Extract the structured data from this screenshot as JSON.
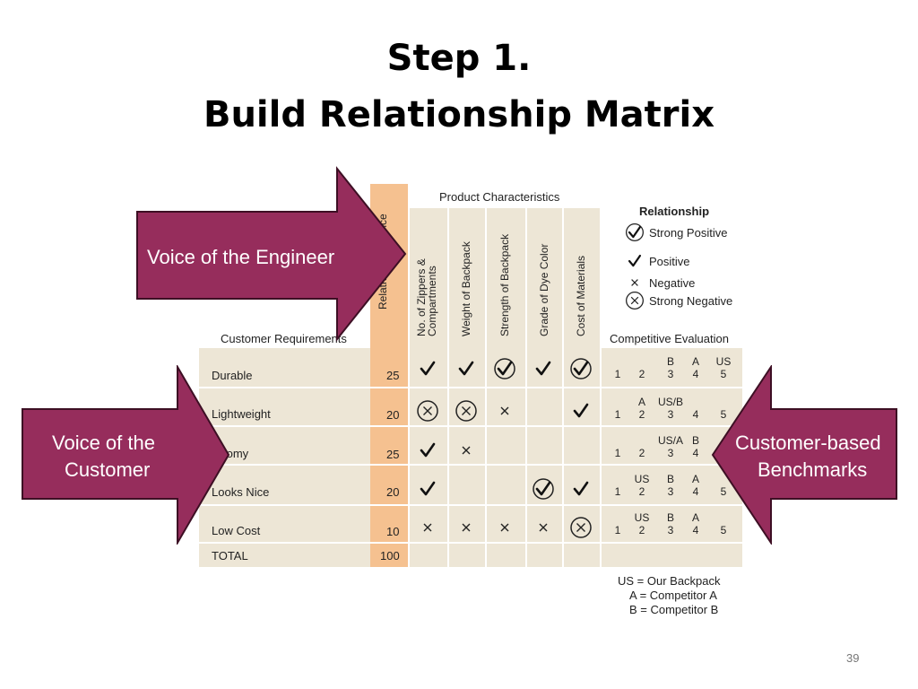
{
  "slide": {
    "title_line1": "Step 1.",
    "title_line2": "Build Relationship Matrix",
    "page_number": "39"
  },
  "matrix": {
    "product_characteristics_label": "Product Characteristics",
    "importance_header": "Relative Importance",
    "customer_requirements_label": "Customer Requirements",
    "competitive_evaluation_label": "Competitive Evaluation",
    "columns": [
      "No. of Zippers & Compartments",
      "Weight of Backpack",
      "Strength of Backpack",
      "Grade of Dye Color",
      "Cost of Materials"
    ],
    "rows": [
      {
        "requirement": "Durable",
        "importance": "25",
        "relationships": [
          "positive",
          "positive",
          "strong-positive",
          "positive",
          "strong-positive"
        ],
        "rank": [
          {
            "top": "",
            "num": "1"
          },
          {
            "top": "",
            "num": "2"
          },
          {
            "top": "B",
            "num": "3"
          },
          {
            "top": "A",
            "num": "4"
          },
          {
            "top": "US",
            "num": "5"
          }
        ]
      },
      {
        "requirement": "Lightweight",
        "importance": "20",
        "relationships": [
          "strong-negative",
          "strong-negative",
          "negative",
          "",
          "positive"
        ],
        "rank": [
          {
            "top": "",
            "num": "1"
          },
          {
            "top": "A",
            "num": "2"
          },
          {
            "top": "US/B",
            "num": "3"
          },
          {
            "top": "",
            "num": "4"
          },
          {
            "top": "",
            "num": "5"
          }
        ]
      },
      {
        "requirement": "Roomy",
        "importance": "25",
        "relationships": [
          "positive",
          "negative",
          "",
          "",
          ""
        ],
        "rank": [
          {
            "top": "",
            "num": "1"
          },
          {
            "top": "",
            "num": "2"
          },
          {
            "top": "US/A",
            "num": "3"
          },
          {
            "top": "B",
            "num": "4"
          },
          {
            "top": "",
            "num": ""
          }
        ]
      },
      {
        "requirement": "Looks Nice",
        "importance": "20",
        "relationships": [
          "positive",
          "",
          "",
          "strong-positive",
          "positive"
        ],
        "rank": [
          {
            "top": "",
            "num": "1"
          },
          {
            "top": "US",
            "num": "2"
          },
          {
            "top": "B",
            "num": "3"
          },
          {
            "top": "A",
            "num": "4"
          },
          {
            "top": "",
            "num": "5"
          }
        ]
      },
      {
        "requirement": "Low Cost",
        "importance": "10",
        "relationships": [
          "negative",
          "negative",
          "negative",
          "negative",
          "strong-negative"
        ],
        "rank": [
          {
            "top": "",
            "num": "1"
          },
          {
            "top": "US",
            "num": "2"
          },
          {
            "top": "B",
            "num": "3"
          },
          {
            "top": "A",
            "num": "4"
          },
          {
            "top": "",
            "num": "5"
          }
        ]
      }
    ],
    "total_label": "TOTAL",
    "total_value": "100"
  },
  "legend": {
    "title": "Relationship",
    "items": [
      {
        "symbol": "strong-positive",
        "label": "Strong Positive"
      },
      {
        "symbol": "positive",
        "label": "Positive"
      },
      {
        "symbol": "negative",
        "label": "Negative"
      },
      {
        "symbol": "strong-negative",
        "label": "Strong Negative"
      }
    ]
  },
  "key": {
    "line1": "US = Our Backpack",
    "line2": "A = Competitor A",
    "line3": "B = Competitor B"
  },
  "callouts": {
    "engineer": "Voice of the Engineer",
    "customer_line1": "Voice of the",
    "customer_line2": "Customer",
    "benchmarks_line1": "Customer-based",
    "benchmarks_line2": "Benchmarks"
  },
  "colors": {
    "arrow_fill": "#962d5c",
    "arrow_stroke": "#3d0f24",
    "importance_column": "#f5c190",
    "matrix_bg": "#ede6d6"
  }
}
